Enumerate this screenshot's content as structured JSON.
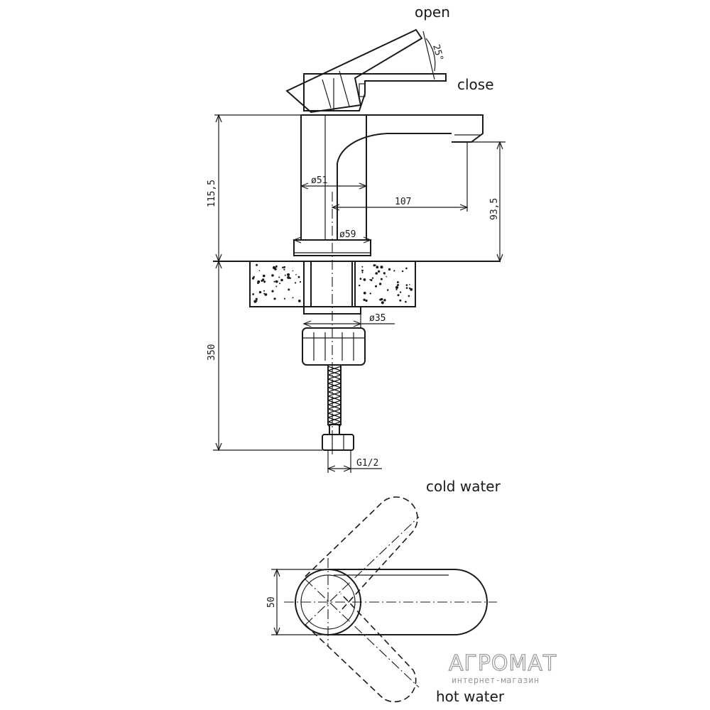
{
  "labels": {
    "open": "open",
    "close": "close",
    "cold_water": "cold water",
    "hot_water": "hot water"
  },
  "dimensions": {
    "angle": "25°",
    "height_total": "115,5",
    "spout_height": "93,5",
    "reach": "107",
    "body_diameter": "ø51",
    "base_diameter": "ø59",
    "shank_diameter": "ø35",
    "hose_length": "350",
    "thread": "G1/2",
    "handle_width": "50"
  },
  "watermark": {
    "brand": "АГРОМАТ",
    "tagline": "интернет-магазин"
  }
}
